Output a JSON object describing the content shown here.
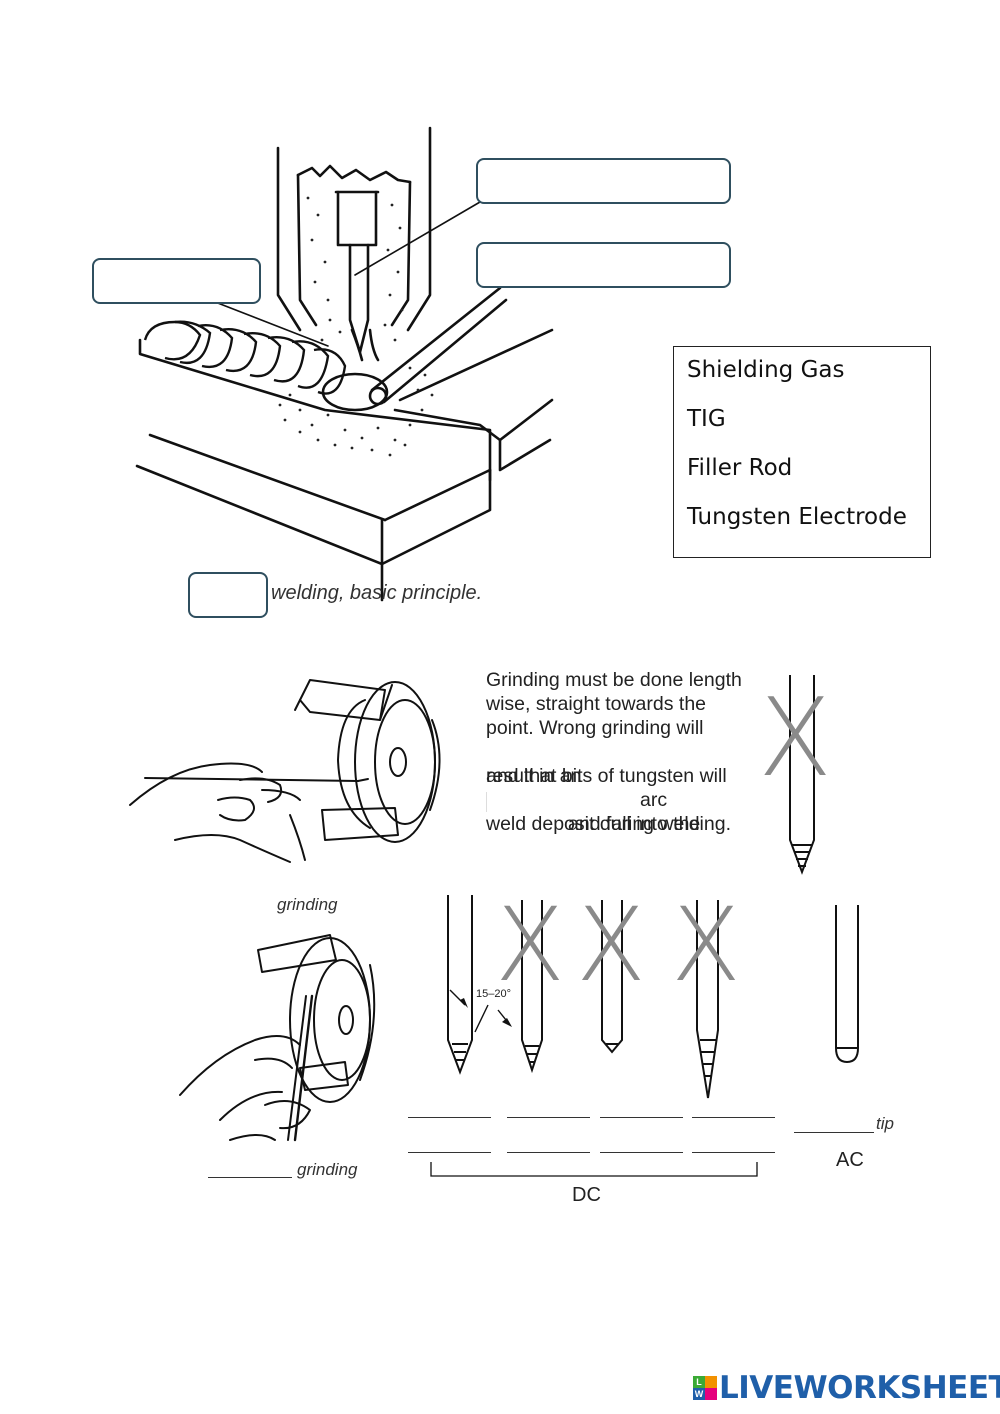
{
  "word_bank": {
    "items": [
      "Shielding Gas",
      "TIG",
      "Filler Rod",
      "Tungsten Electrode"
    ]
  },
  "figure1": {
    "caption": "welding, basic principle."
  },
  "grinding_text": {
    "lines": [
      "Grinding must be done length",
      "wise, straight towards the",
      "point. Wrong grinding will",
      "result in an",
      "arc",
      "and that bits of tungsten will",
      "and fall into the",
      "weld deposit during welding."
    ]
  },
  "figure2": {
    "grinding_label_top": "grinding",
    "grinding_label_bottom": "grinding",
    "angle_label": "15–20°",
    "tip_label": "tip",
    "ac_label": "AC",
    "dc_label": "DC",
    "x_mark": "X"
  },
  "footer": {
    "logo_text": "LIVEWORKSHEETS",
    "logo_icon_letters": [
      "L",
      "W"
    ]
  },
  "colors": {
    "box_border": "#2f4f5f",
    "x_mark": "#8a8a8a",
    "logo_blue": "#1f5fa9",
    "logo_green": "#3aaa35",
    "logo_orange": "#f29100"
  }
}
